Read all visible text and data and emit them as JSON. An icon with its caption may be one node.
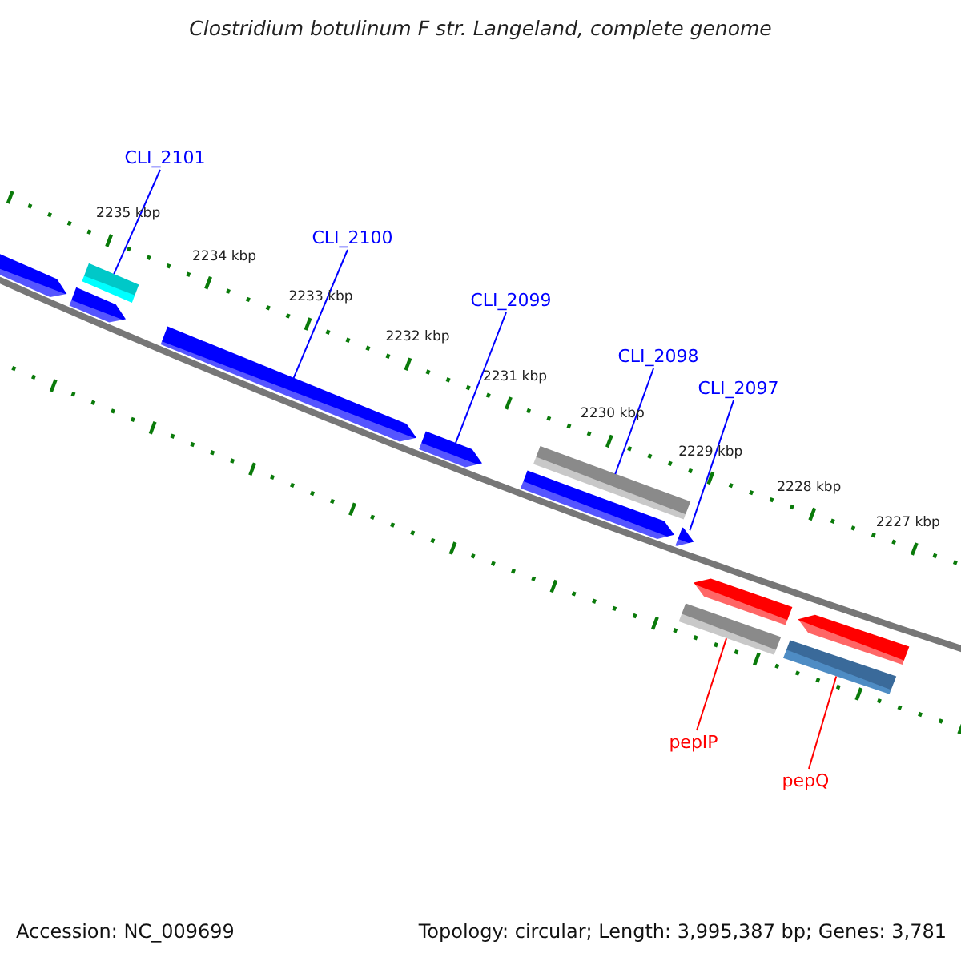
{
  "diagram": {
    "title": "Clostridium botulinum F str. Langeland, complete genome",
    "nodes": [
      {
        "text": [
          "CLI_2101"
        ]
      },
      {
        "text": [
          "CLI_2100"
        ]
      },
      {
        "text": [
          "CLI_2099"
        ]
      },
      {
        "text": [
          "CLI_2098"
        ]
      },
      {
        "text": [
          "CLI_2097"
        ]
      },
      {
        "text": [
          "pepIP"
        ]
      },
      {
        "text": [
          "pepQ"
        ]
      },
      {
        "text": [],
        "shape": "pentagon"
      },
      {
        "text": [],
        "shape": "bar"
      },
      {
        "text": [],
        "shape": "pentagon"
      },
      {
        "text": [],
        "shape": "pentagon"
      },
      {
        "text": [],
        "shape": "pentagon"
      },
      {
        "text": [],
        "shape": "bar"
      },
      {
        "text": [],
        "shape": "pentagon"
      },
      {
        "text": [],
        "shape": "pentagon"
      },
      {
        "text": [],
        "shape": "pentagon"
      },
      {
        "text": [],
        "shape": "bar"
      },
      {
        "text": [],
        "shape": "pentagon"
      },
      {
        "text": [],
        "shape": "bar"
      }
    ],
    "edges": [
      {
        "from": 0,
        "to": 8,
        "arrow": "none"
      },
      {
        "from": 1,
        "to": 10,
        "arrow": "none"
      },
      {
        "from": 2,
        "to": 11,
        "arrow": "none"
      },
      {
        "from": 3,
        "to": 12,
        "arrow": "none"
      },
      {
        "from": 4,
        "to": 14,
        "arrow": "none"
      },
      {
        "from": 5,
        "to": 16,
        "arrow": "none",
        "color": "#ff0000"
      },
      {
        "from": 6,
        "to": 18,
        "arrow": "none",
        "color": "#ff0000"
      }
    ],
    "labels": [
      "2235 kbp",
      "2234 kbp",
      "2233 kbp",
      "2232 kbp",
      "2231 kbp",
      "2230 kbp",
      "2229 kbp",
      "2228 kbp",
      "2227 kbp",
      "Accession: NC_009699",
      "Topology: circular; Length: 3,995,387 bp; Genes: 3,781"
    ]
  }
}
